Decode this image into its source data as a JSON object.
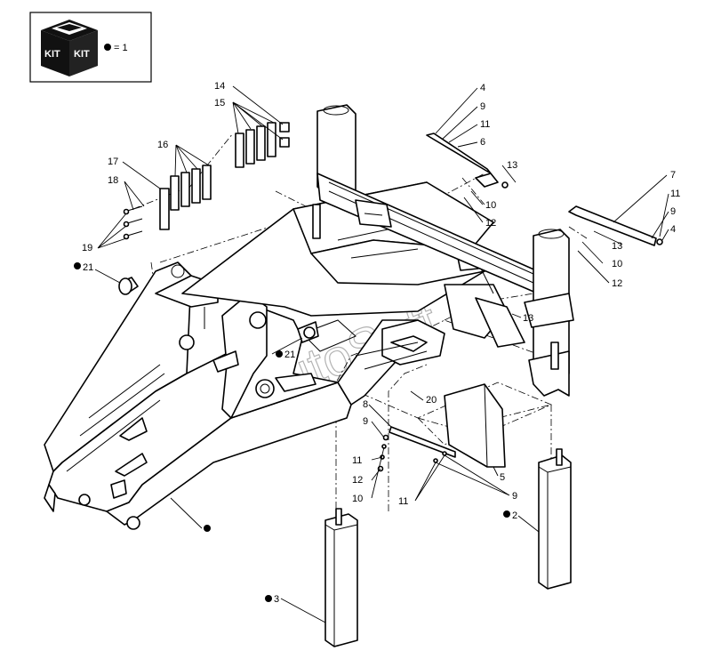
{
  "legend": {
    "kit_label_left": "KIT",
    "kit_label_right": "KIT",
    "dot_equals_label": "= 1"
  },
  "watermark": "AutoSoft",
  "callouts": {
    "c14": "14",
    "c15": "15",
    "c16": "16",
    "c17": "17",
    "c18": "18",
    "c19": "19",
    "c21a": "21",
    "c21b": "21",
    "c4a": "4",
    "c9a": "9",
    "c11a": "11",
    "c6": "6",
    "c13a": "13",
    "c10a": "10",
    "c12a": "12",
    "c7": "7",
    "c11b": "11",
    "c9b": "9",
    "c4b": "4",
    "c13b": "13",
    "c10b": "10",
    "c12b": "12",
    "c13c": "13",
    "c20": "20",
    "c8": "8",
    "c9c": "9",
    "c11c": "11",
    "c12c": "12",
    "c10c": "10",
    "c5": "5",
    "c11d": "11",
    "c9d": "9",
    "c2": "2",
    "c3": "3"
  },
  "colors": {
    "line": "#000000",
    "legend_border": "#000000",
    "kit_fill": "#111111"
  }
}
